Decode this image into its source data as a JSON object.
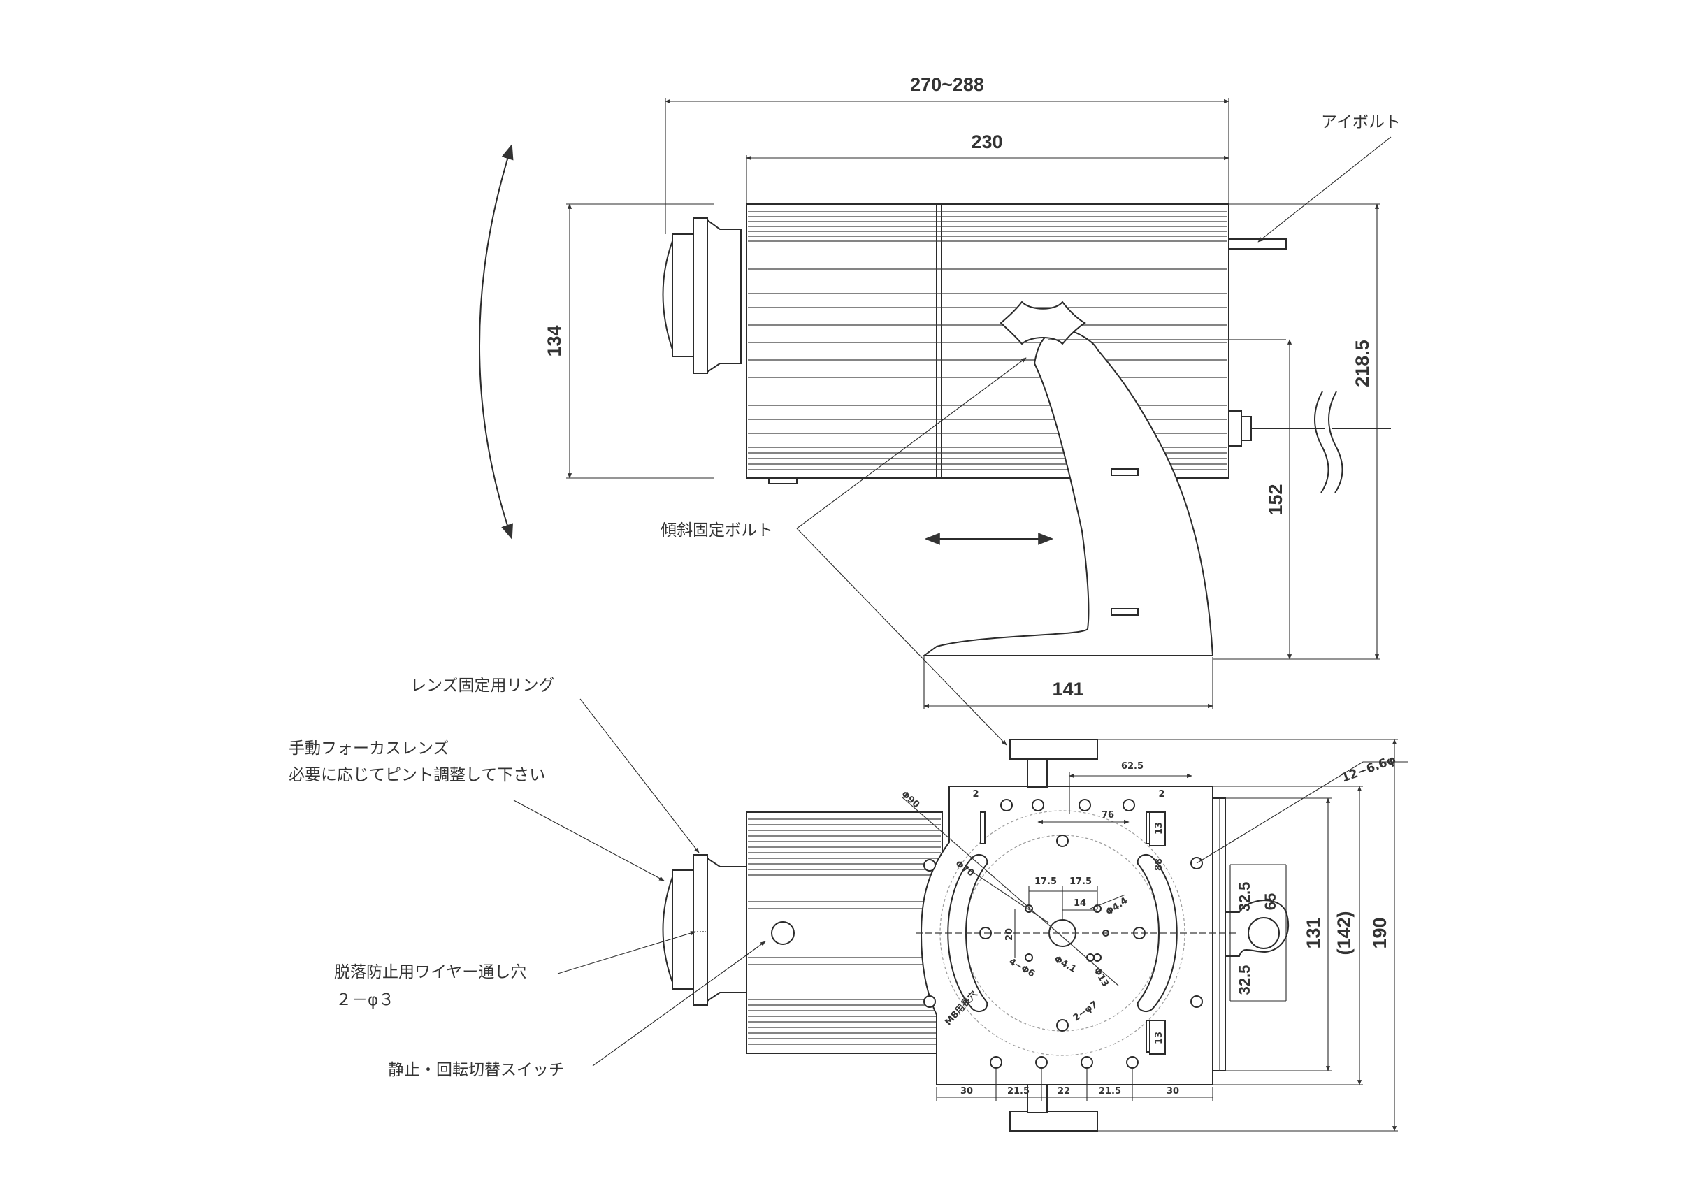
{
  "dimensions": {
    "overall_length": "270~288",
    "body_length": "230",
    "body_height": "134",
    "total_height": "218.5",
    "axis_height": "152",
    "base_width": "141",
    "v_62_5": "62.5",
    "v_76": "76",
    "v_2a": "2",
    "v_2b": "2",
    "v_13a": "13",
    "v_13b": "13",
    "v_88": "88",
    "phi90": "Φ90",
    "phi70": "Φ70",
    "v_17_5a": "17.5",
    "v_17_5b": "17.5",
    "v_14": "14",
    "phi4_4": "Φ4.4",
    "v_20": "20",
    "phi4_1": "Φ4.1",
    "phi13": "Φ13",
    "holes_4phi6": "4−Φ6",
    "holes_2phi7": "2−φ7",
    "m8_slot": "M8用長穴",
    "bot_30a": "30",
    "bot_21_5a": "21.5",
    "bot_22": "22",
    "bot_21_5b": "21.5",
    "bot_30b": "30",
    "v_32_5a": "32.5",
    "v_32_5b": "32.5",
    "v_65": "65",
    "v_131": "131",
    "v_142": "(142)",
    "v_190": "190",
    "holes_12": "12−6.6φ"
  },
  "labels": {
    "eyebolt": "アイボルト",
    "tilt_bolt": "傾斜固定ボルト",
    "lens_ring": "レンズ固定用リング",
    "focus_lens_1": "手動フォーカスレンズ",
    "focus_lens_2": "必要に応じてピント調整して下さい",
    "wire_hole_1": "脱落防止用ワイヤー通し穴",
    "wire_hole_2": "２－φ３",
    "switch": "静止・回転切替スイッチ"
  }
}
